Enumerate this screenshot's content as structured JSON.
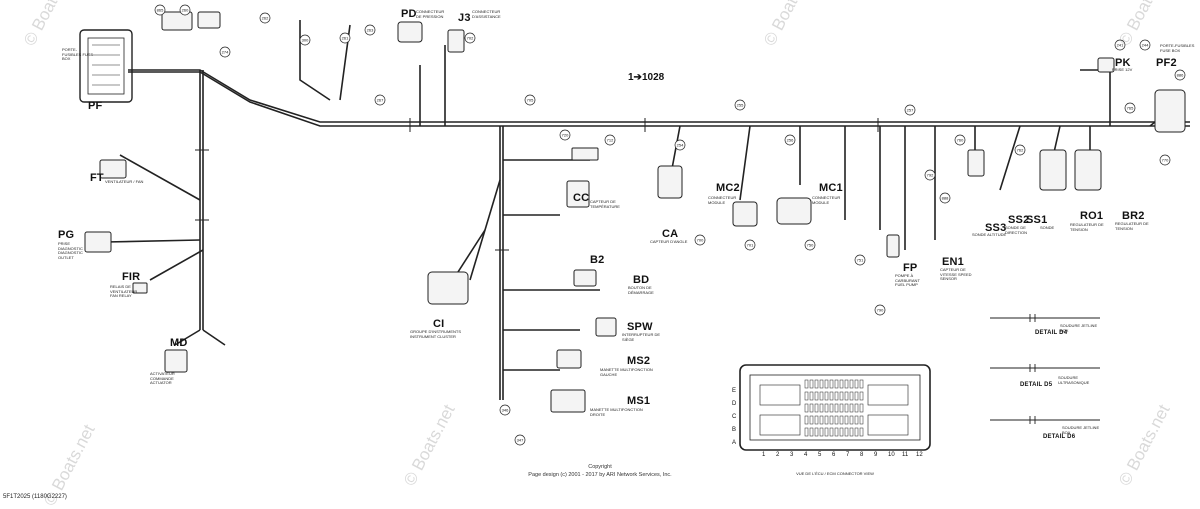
{
  "watermark": "© Boats.net",
  "reference": "1➔1028",
  "part_number": "5F1T2025 (1180G2227)",
  "copyright": [
    "Copyright",
    "Page design (c) 2001 - 2017 by ARI Network Services, Inc."
  ],
  "connectors": [
    {
      "code": "PF",
      "label": "PORTE-FUSIBLES FUSE BOX"
    },
    {
      "code": "PD",
      "label": "CONNECTEUR DE PRESSION"
    },
    {
      "code": "J3",
      "label": "CONNECTEUR D'ASSISTANCE"
    },
    {
      "code": "FT",
      "label": "VENTILATEUR / FAN"
    },
    {
      "code": "PG",
      "label": "PRISE DIAGNOSTIC DIAGNOSTIC OUTLET"
    },
    {
      "code": "FIR",
      "label": "RELAIS DE VENTILATEUR FAN RELAY"
    },
    {
      "code": "MD",
      "label": "ACTIVATEUR COMMANDE ACTUATOR"
    },
    {
      "code": "CI",
      "label": "GROUPE D'INSTRUMENTS INSTRUMENT CLUSTER"
    },
    {
      "code": "CC",
      "label": "CAPTEUR DE TEMPÉRATURE"
    },
    {
      "code": "CA",
      "label": "CAPTEUR D'ANGLE"
    },
    {
      "code": "BD",
      "label": "BOUTON DE DÉMARRAGE"
    },
    {
      "code": "SPW",
      "label": "INTERRUPTEUR DE SIÈGE"
    },
    {
      "code": "MS2",
      "label": "MANETTE MULTIFONCTION GAUCHE"
    },
    {
      "code": "MS1",
      "label": "MANETTE MULTIFONCTION DROITE"
    },
    {
      "code": "MC2",
      "label": "CONNECTEUR MODULE"
    },
    {
      "code": "MC1",
      "label": "CONNECTEUR MODULE"
    },
    {
      "code": "FP",
      "label": "POMPE À CARBURANT FUEL PUMP"
    },
    {
      "code": "EN1",
      "label": "CAPTEUR DE VITESSE SPEED SENSOR"
    },
    {
      "code": "SS3",
      "label": "SONDE ALTITUDE"
    },
    {
      "code": "SS2",
      "label": "SONDE DE DIRECTION"
    },
    {
      "code": "SS1",
      "label": "SONDE"
    },
    {
      "code": "RO1",
      "label": "REGULATEUR DE TENSION"
    },
    {
      "code": "BR2",
      "label": "REGULATEUR DE TENSION"
    },
    {
      "code": "PK",
      "label": "PRISE 12V"
    },
    {
      "code": "PF2",
      "label": "PORTE-FUSIBLES FUSE BOX"
    },
    {
      "code": "B2",
      "label": ""
    }
  ],
  "details": [
    {
      "code": "DETAIL D4",
      "label": "SOUDURE JETLINE BOX"
    },
    {
      "code": "DETAIL D5",
      "label": "SOUDURE ULTRASONIQUE"
    },
    {
      "code": "DETAIL D6",
      "label": "SOUDURE JETLINE BOX"
    }
  ],
  "ecm": {
    "rows": [
      "E",
      "D",
      "C",
      "B",
      "A"
    ],
    "cols": [
      "1",
      "2",
      "3",
      "4",
      "5",
      "6",
      "7",
      "8",
      "9",
      "10",
      "11",
      "12"
    ],
    "caption": "VUE DE L'ÉCU / ECM CONNECTOR VIEW"
  },
  "callouts": [
    "865",
    "260",
    "262",
    "300",
    "261",
    "263",
    "267",
    "274",
    "702",
    "705",
    "720",
    "712",
    "254",
    "255",
    "256",
    "257",
    "760",
    "762",
    "765",
    "770",
    "700",
    "701",
    "750",
    "751",
    "790",
    "792",
    "888",
    "886",
    "241",
    "244",
    "346",
    "347"
  ]
}
